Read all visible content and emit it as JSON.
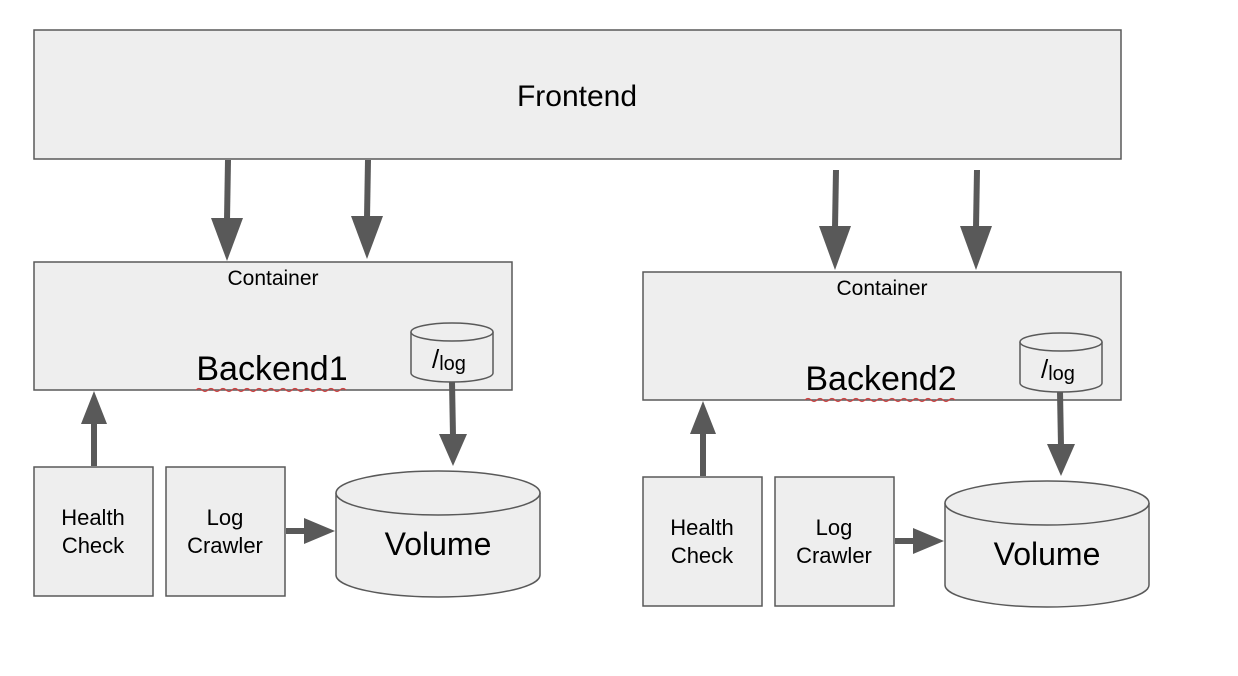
{
  "frontend": {
    "label": "Frontend"
  },
  "backends": [
    {
      "container_label": "Container",
      "label": "Backend1",
      "mount_slash": "/",
      "mount_name": "log",
      "health_check": [
        "Health",
        "Check"
      ],
      "log_crawler": [
        "Log",
        "Crawler"
      ],
      "volume": "Volume"
    },
    {
      "container_label": "Container",
      "label": "Backend2",
      "mount_slash": "/",
      "mount_name": "log",
      "health_check": [
        "Health",
        "Check"
      ],
      "log_crawler": [
        "Log",
        "Crawler"
      ],
      "volume": "Volume"
    }
  ],
  "colors": {
    "fill": "#eeeeee",
    "stroke": "#595959",
    "arrow": "#595959",
    "spellcheck": "#d04040"
  }
}
